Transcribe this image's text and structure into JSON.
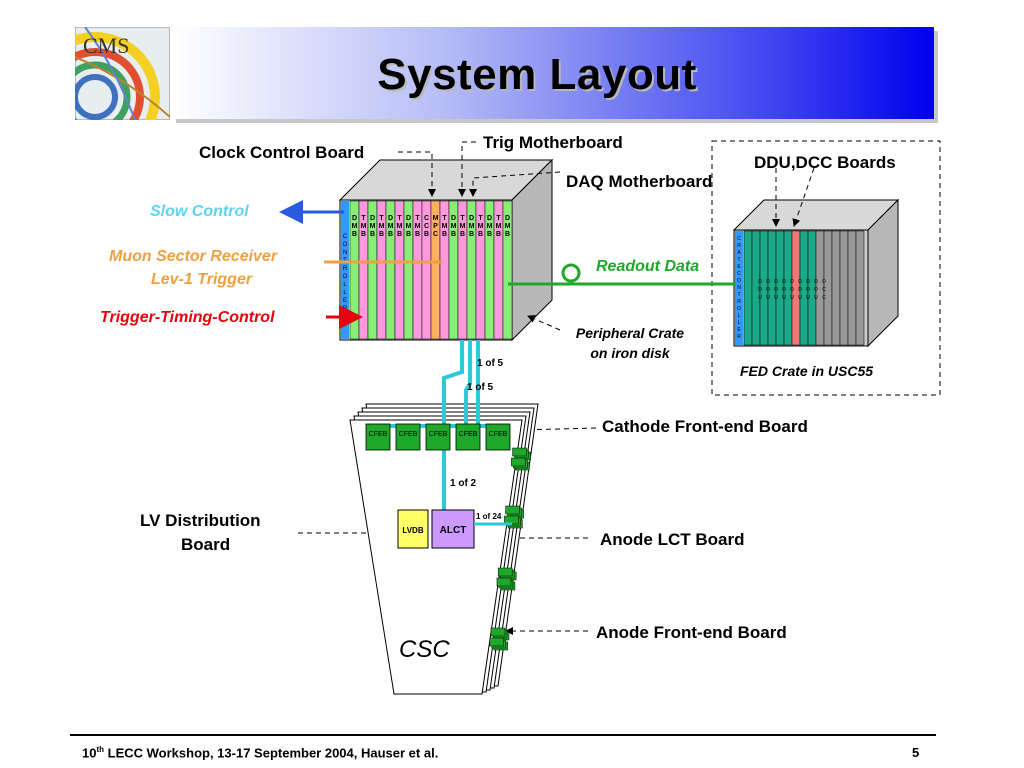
{
  "header": {
    "title": "System Layout",
    "logo_text": "CMS"
  },
  "labels": {
    "clock_control_board": "Clock Control Board",
    "trig_motherboard": "Trig Motherboard",
    "daq_motherboard": "DAQ Motherboard",
    "ddu_dcc_boards": "DDU,DCC Boards",
    "slow_control": "Slow Control",
    "muon_sector_receiver": "Muon Sector Receiver",
    "lev1_trigger": "Lev-1 Trigger",
    "trigger_timing_control": "Trigger-Timing-Control",
    "readout_data": "Readout Data",
    "peripheral_crate_line1": "Peripheral Crate",
    "peripheral_crate_line2": "on iron disk",
    "fed_crate": "FED Crate in USC55",
    "one_of_5_a": "1 of 5",
    "one_of_5_b": "1 of 5",
    "one_of_2": "1 of 2",
    "one_of_24": "1 of 24",
    "cathode_frontend_board": "Cathode Front-end Board",
    "lv_distribution_line1": "LV Distribution",
    "lv_distribution_line2": "Board",
    "anode_lct_board": "Anode LCT Board",
    "anode_frontend_board": "Anode Front-end Board",
    "csc": "CSC",
    "lvdb": "LVDB",
    "alct": "ALCT",
    "cfeb": "CFEB"
  },
  "crate_controller_text": "CONTROLLER",
  "fed_controller_text": "CRATE CONTROLLER",
  "peripheral_slots": [
    "DMB",
    "TMB",
    "DMB",
    "TMB",
    "DMB",
    "TMB",
    "DMB",
    "TMB",
    "CCB",
    "MPC",
    "TMB",
    "DMB",
    "TMB",
    "DMB",
    "TMB",
    "DMB",
    "TMB",
    "DMB"
  ],
  "fed_slots": [
    "DDU",
    "DDU",
    "DDU",
    "DDU",
    "DDU",
    "DDU",
    "DDU",
    "DDU",
    "DCC"
  ],
  "colors": {
    "slow_control": "#5fd3f5",
    "muon_sector": "#f0a040",
    "trigger_timing": "#e8000c",
    "readout": "#1fa82a",
    "cable": "#2ec9d8",
    "dmb_green": "#88ee77",
    "tmb_pink": "#ff99dd",
    "mpc_orange": "#ffb060",
    "fed_teal": "#1aaa88",
    "controller_blue": "#3399ff"
  },
  "footer": {
    "text_prefix": "10",
    "text_sup": "th",
    "text_main": " LECC Workshop, 13-17 September 2004, Hauser et al.",
    "page": "5"
  }
}
